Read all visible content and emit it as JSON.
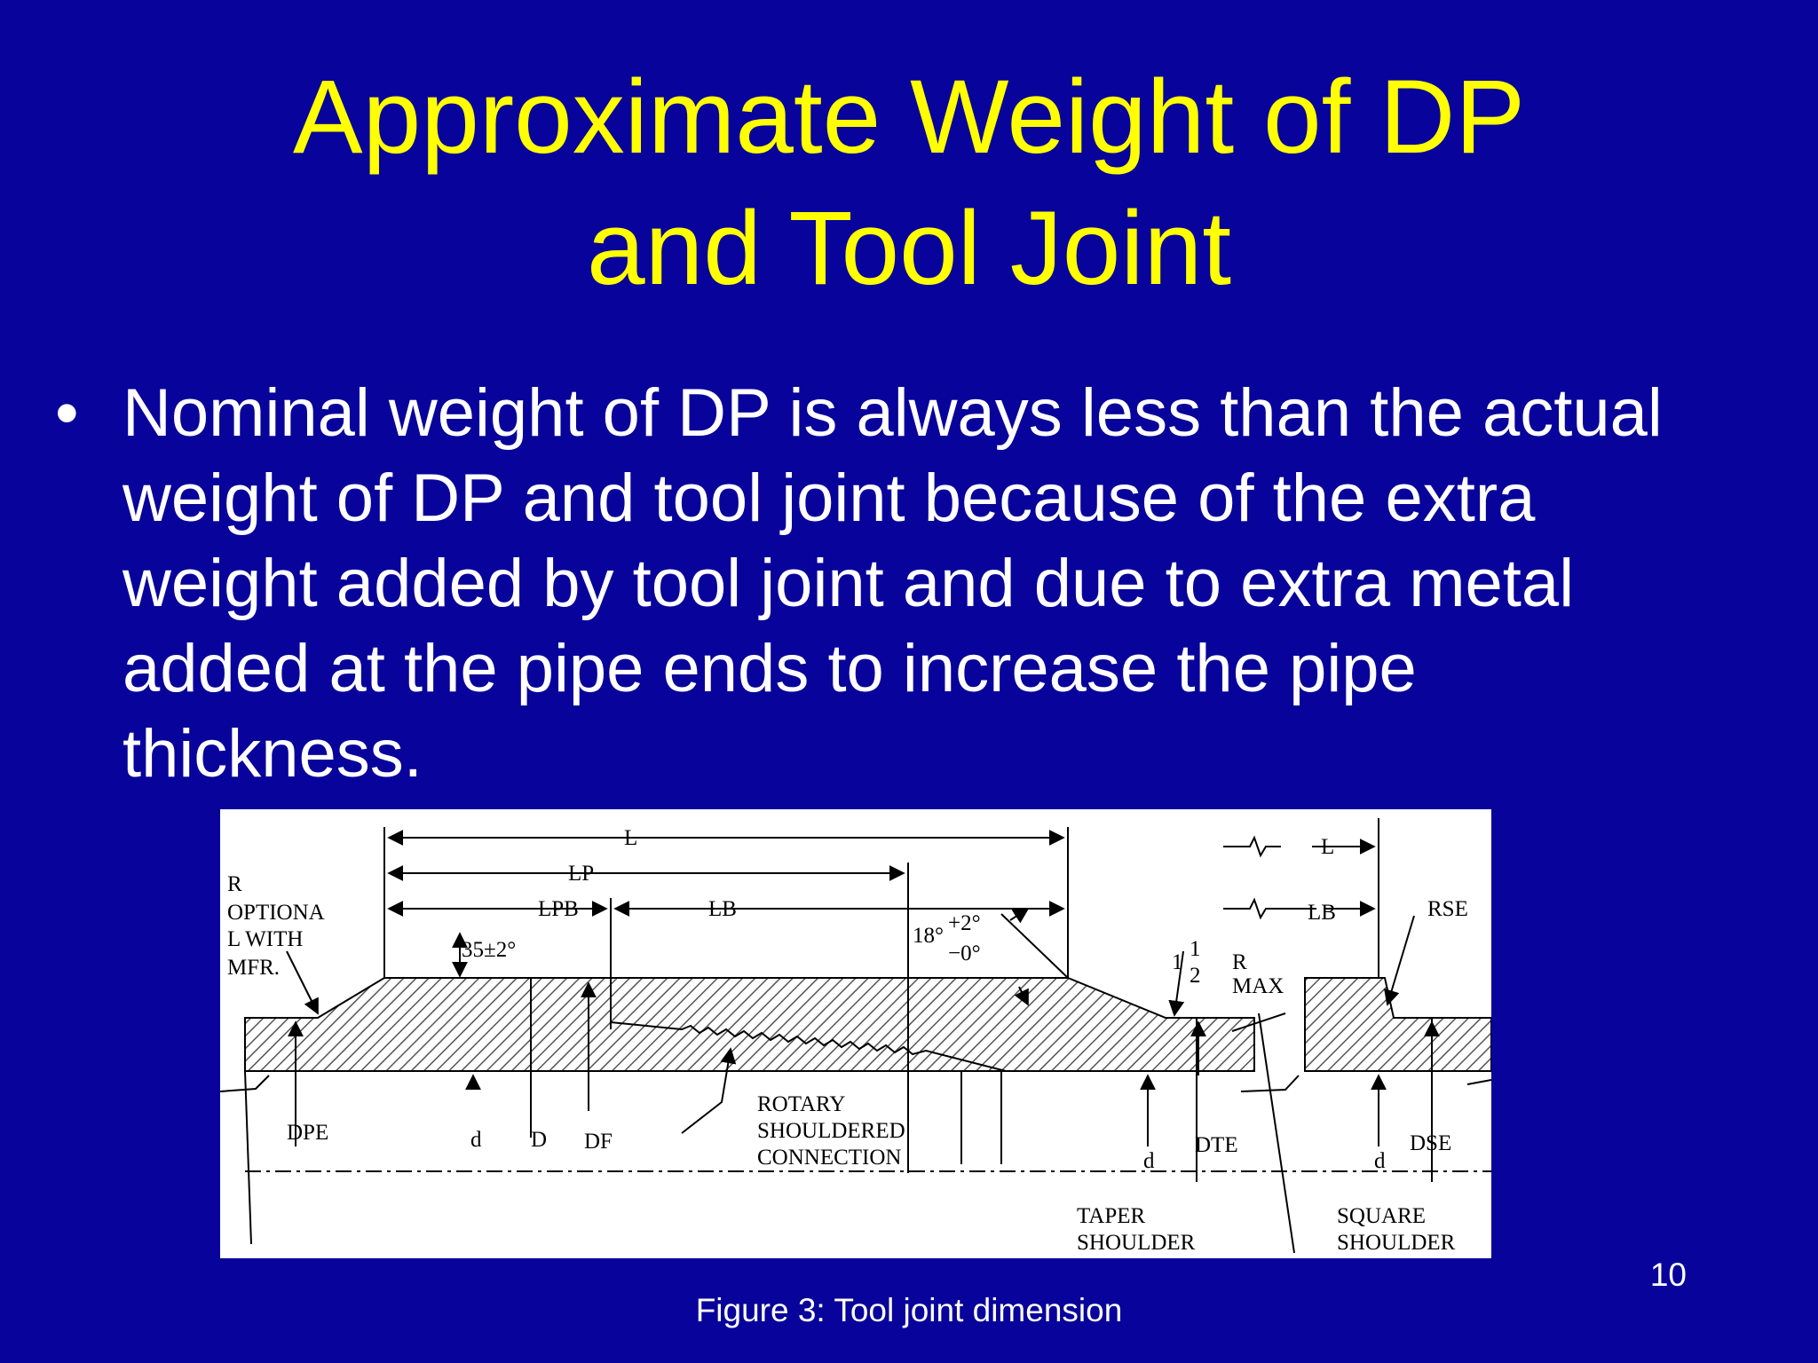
{
  "slide": {
    "title_lines": [
      "Approximate Weight of DP",
      "and Tool Joint"
    ],
    "bullet_symbol": "•",
    "bullet_lines": [
      "Nominal weight of DP is always less than the actual",
      "weight of DP and tool joint because of the extra",
      "weight added by tool joint and due to extra metal",
      "added at the pipe ends to increase the pipe",
      "thickness."
    ],
    "caption": "Figure 3: Tool joint dimension",
    "slide_number": "10"
  },
  "figure": {
    "labels": {
      "L": "L",
      "LP": "LP",
      "LPB": "LPB",
      "LB": "LB",
      "R": "R",
      "optional_1": "OPTIONA",
      "optional_2": "L WITH",
      "optional_3": "MFR.",
      "angle_35": "35±2°",
      "angle_18": "18°",
      "tol_plus": "+2°",
      "tol_minus": "−0°",
      "radius_whole": "1",
      "radius_num": "1",
      "radius_den": "2",
      "radius_R": "R",
      "radius_max": "MAX",
      "L_right": "L",
      "LB_right": "LB",
      "RSE": "RSE",
      "DPE": "DPE",
      "d": "d",
      "D": "D",
      "DF": "DF",
      "rotary_1": "ROTARY",
      "rotary_2": "SHOULDERED",
      "rotary_3": "CONNECTION",
      "d_taper": "d",
      "DTE": "DTE",
      "d_square": "d",
      "DSE": "DSE",
      "taper_1": "TAPER",
      "taper_2": "SHOULDER",
      "square_1": "SQUARE",
      "square_2": "SHOULDER"
    }
  }
}
